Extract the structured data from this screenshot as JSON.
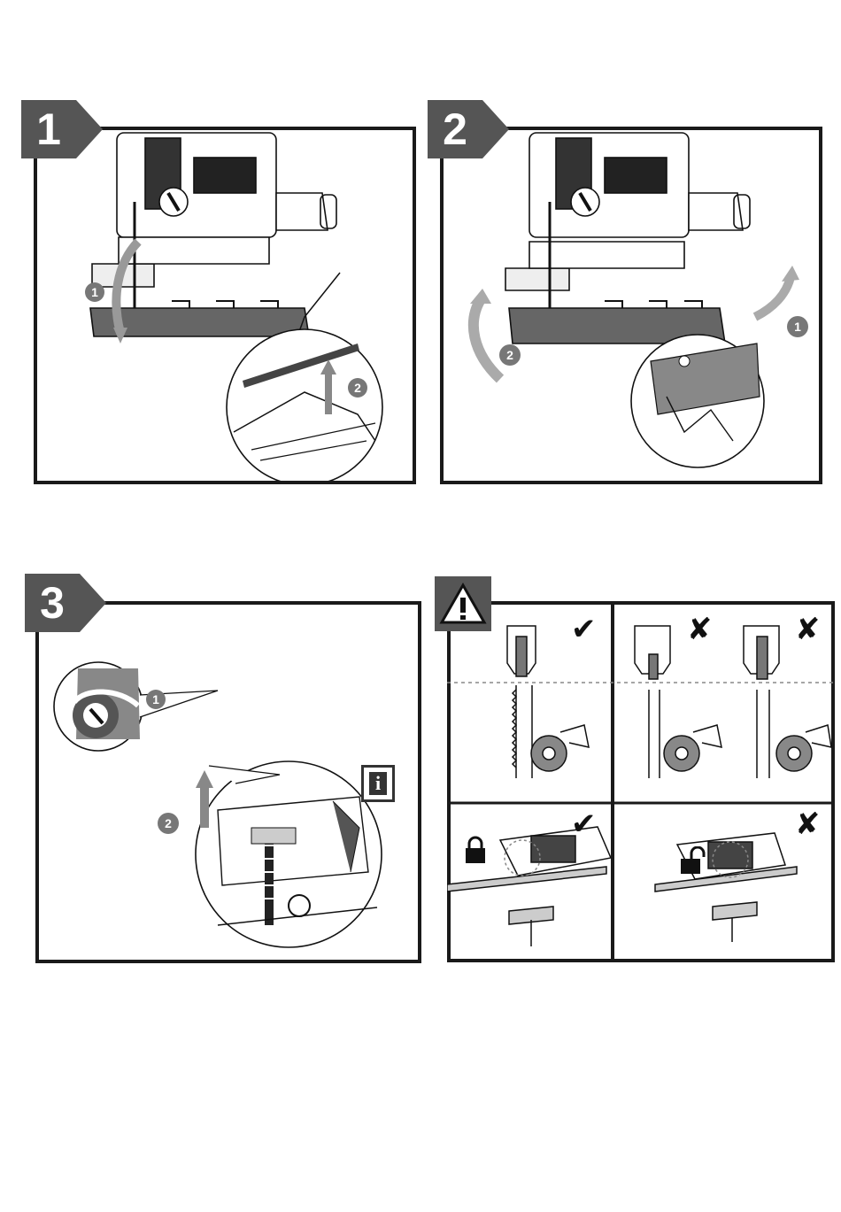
{
  "steps": [
    {
      "number": "1",
      "callouts": [
        "1",
        "2"
      ]
    },
    {
      "number": "2",
      "callouts": [
        "1",
        "2"
      ]
    },
    {
      "number": "3",
      "callouts": [
        "1",
        "2"
      ]
    }
  ],
  "info_icon": {
    "label": "i",
    "icon": "info-icon"
  },
  "warning": {
    "icon": "warning-triangle-icon",
    "checks": {
      "correct": "✔",
      "wrong": "✘"
    },
    "lock_icons": [
      "lock-closed-icon",
      "lock-open-icon"
    ]
  }
}
